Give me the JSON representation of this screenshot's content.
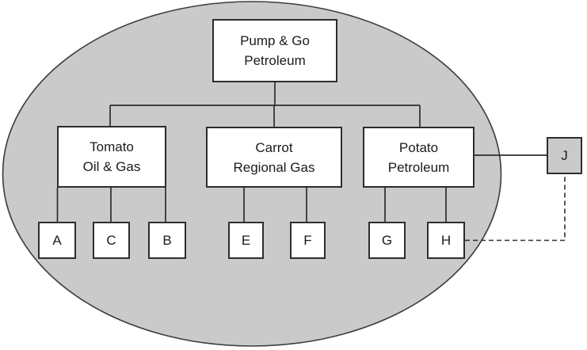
{
  "diagram": {
    "type": "org-chart",
    "boundary": "gray-ellipse",
    "nodes": {
      "root": {
        "line1": "Pump & Go",
        "line2": "Petroleum"
      },
      "tomato": {
        "line1": "Tomato",
        "line2": "Oil & Gas"
      },
      "carrot": {
        "line1": "Carrot",
        "line2": "Regional Gas"
      },
      "potato": {
        "line1": "Potato",
        "line2": "Petroleum"
      },
      "leaf_a": "A",
      "leaf_c": "C",
      "leaf_b": "B",
      "leaf_e": "E",
      "leaf_f": "F",
      "leaf_g": "G",
      "leaf_h": "H",
      "external_j": "J"
    },
    "edges": [
      {
        "from": "Pump & Go Petroleum",
        "to": "Tomato Oil & Gas",
        "style": "solid"
      },
      {
        "from": "Pump & Go Petroleum",
        "to": "Carrot Regional Gas",
        "style": "solid"
      },
      {
        "from": "Pump & Go Petroleum",
        "to": "Potato Petroleum",
        "style": "solid"
      },
      {
        "from": "Tomato Oil & Gas",
        "to": "A",
        "style": "solid"
      },
      {
        "from": "Tomato Oil & Gas",
        "to": "C",
        "style": "solid"
      },
      {
        "from": "Tomato Oil & Gas",
        "to": "B",
        "style": "solid"
      },
      {
        "from": "Carrot Regional Gas",
        "to": "E",
        "style": "solid"
      },
      {
        "from": "Carrot Regional Gas",
        "to": "F",
        "style": "solid"
      },
      {
        "from": "Potato Petroleum",
        "to": "G",
        "style": "solid"
      },
      {
        "from": "Potato Petroleum",
        "to": "H",
        "style": "solid"
      },
      {
        "from": "Potato Petroleum",
        "to": "J",
        "style": "solid"
      },
      {
        "from": "H",
        "to": "J",
        "style": "dashed"
      }
    ],
    "colors": {
      "ellipse_fill": "#cacaca",
      "ellipse_stroke": "#3d3d3d",
      "box_fill": "#ffffff",
      "box_border": "#2d2d2d",
      "external_box_fill": "#cacaca",
      "text": "#1b1b1b"
    }
  }
}
